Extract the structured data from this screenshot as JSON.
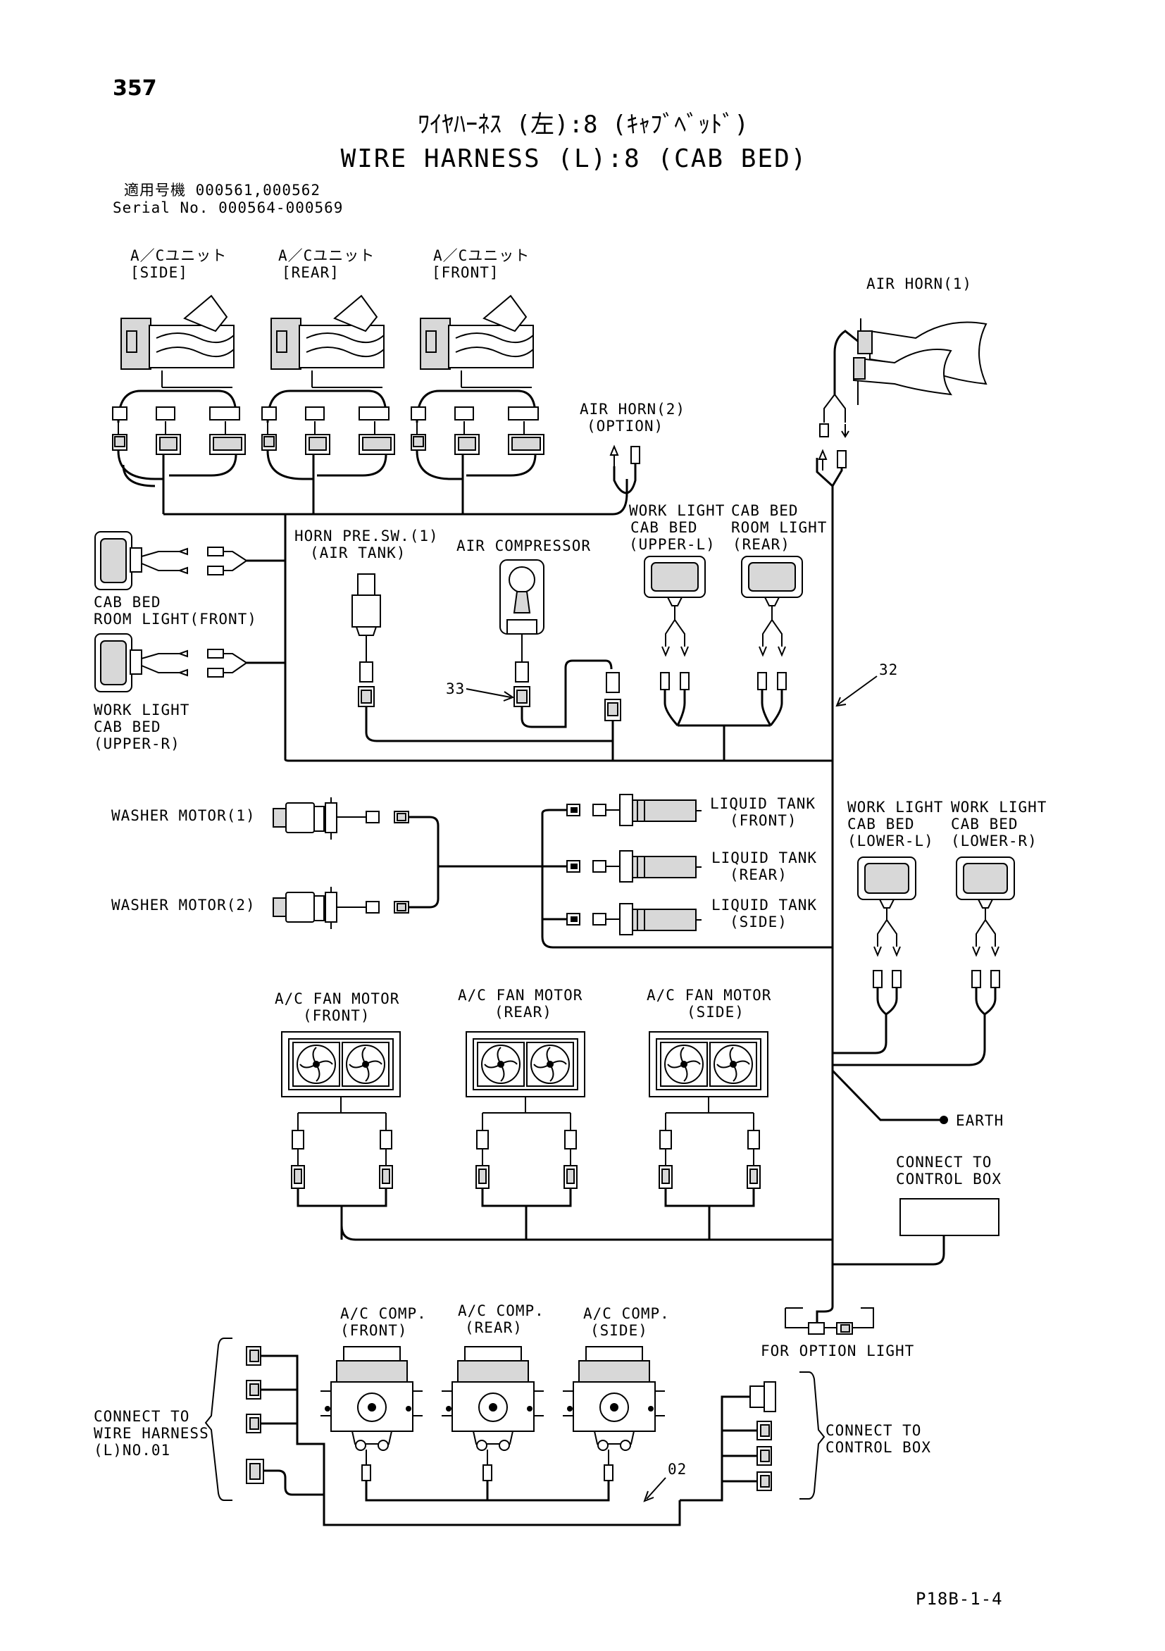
{
  "page": {
    "number": "357",
    "title_jp": "ﾜｲﾔﾊｰﾈｽ (左):8 (ｷｬﾌﾞﾍﾞｯﾄﾞ)",
    "title_en": "WIRE HARNESS (L):8 (CAB BED)",
    "serial_jp": "適用号機  000561,000562",
    "serial_en": "Serial No. 000564-000569",
    "footer_code": "P18B-1-4"
  },
  "components": {
    "ac_unit_side": [
      "A／Cユニット",
      "[SIDE]"
    ],
    "ac_unit_rear": [
      "A／Cユニット",
      "[REAR]"
    ],
    "ac_unit_front": [
      "A／Cユニット",
      "[FRONT]"
    ],
    "air_horn_1": "AIR HORN(1)",
    "air_horn_2": [
      "AIR HORN(2)",
      "(OPTION)"
    ],
    "horn_pressure_switch": [
      "HORN PRE.SW.(1)",
      "(AIR TANK)"
    ],
    "air_compressor": "AIR COMPRESSOR",
    "work_light_upper_l": [
      "WORK LIGHT",
      "CAB BED",
      "(UPPER-L)"
    ],
    "cab_bed_room_light_rear": [
      "CAB BED",
      "ROOM LIGHT",
      "(REAR)"
    ],
    "cab_bed_room_light_front": [
      "CAB BED",
      "ROOM LIGHT(FRONT)"
    ],
    "work_light_upper_r": [
      "WORK LIGHT",
      "CAB BED",
      "(UPPER-R)"
    ],
    "washer_motor_1": "WASHER MOTOR(1)",
    "washer_motor_2": "WASHER MOTOR(2)",
    "liquid_tank_front": [
      "LIQUID TANK",
      "(FRONT)"
    ],
    "liquid_tank_rear": [
      "LIQUID TANK",
      "(REAR)"
    ],
    "liquid_tank_side": [
      "LIQUID TANK",
      "(SIDE)"
    ],
    "work_light_lower_l": [
      "WORK LIGHT",
      "CAB BED",
      "(LOWER-L)"
    ],
    "work_light_lower_r": [
      "WORK LIGHT",
      "CAB BED",
      "(LOWER-R)"
    ],
    "ac_fan_motor_front": [
      "A/C FAN MOTOR",
      "(FRONT)"
    ],
    "ac_fan_motor_rear": [
      "A/C FAN MOTOR",
      "(REAR)"
    ],
    "ac_fan_motor_side": [
      "A/C FAN MOTOR",
      "(SIDE)"
    ],
    "earth": "EARTH",
    "connect_control_box_upper": [
      "CONNECT TO",
      "CONTROL BOX"
    ],
    "for_option_light": "FOR OPTION LIGHT",
    "ac_comp_front": [
      "A/C COMP.",
      "(FRONT)"
    ],
    "ac_comp_rear": [
      "A/C COMP.",
      "(REAR)"
    ],
    "ac_comp_side": [
      "A/C COMP.",
      "(SIDE)"
    ],
    "connect_wire_harness": [
      "CONNECT TO",
      "WIRE HARNESS",
      "(L)NO.01"
    ],
    "connect_control_box_lower": [
      "CONNECT TO",
      "CONTROL BOX"
    ]
  },
  "callouts": [
    "33",
    "32",
    "02"
  ]
}
